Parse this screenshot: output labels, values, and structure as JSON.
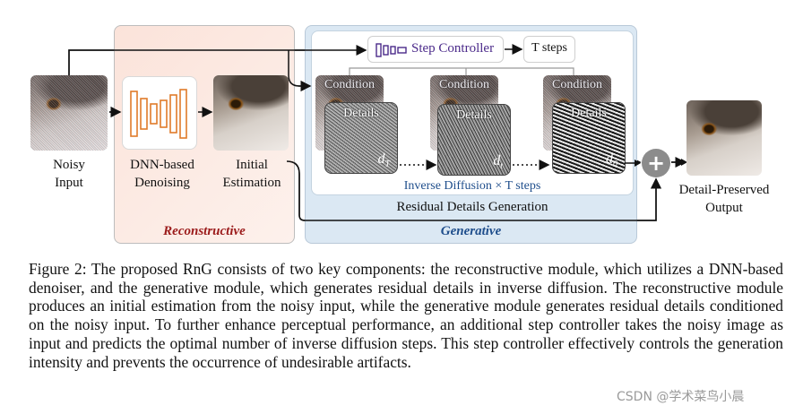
{
  "inputs": {
    "noisy_label_line1": "Noisy",
    "noisy_label_line2": "Input"
  },
  "recon": {
    "dnn_line1": "DNN-based",
    "dnn_line2": "Denoising",
    "initial_line1": "Initial",
    "initial_line2": "Estimation",
    "module_label": "Reconstructive"
  },
  "gen": {
    "step_controller": "Step Controller",
    "t_steps": "T steps",
    "condition": "Condition",
    "details": "Details",
    "d_T": "d",
    "d_T_sub": "T",
    "d_t": "d",
    "d_t_sub": "t",
    "d_0": "d",
    "d_0_sub": "0",
    "inverse_diffusion": "Inverse Diffusion × T steps",
    "residual_gen": "Residual Details Generation",
    "module_label": "Generative"
  },
  "output": {
    "plus": "+",
    "label_line1": "Detail-Preserved",
    "label_line2": "Output"
  },
  "caption": "Figure 2: The proposed RnG consists of two key components: the reconstructive module, which utilizes a DNN-based denoiser, and the generative module, which generates residual details in inverse diffusion. The reconstructive module produces an initial estimation from the noisy input, while the generative module generates residual details conditioned on the noisy input. To further enhance perceptual performance, an additional step controller takes the noisy image as input and predicts the optimal number of inverse diffusion steps. This step controller effectively controls the generation intensity and prevents the occurrence of undesirable artifacts.",
  "watermark": "CSDN @学术菜鸟小晨",
  "colors": {
    "reconstructive_label": "#9b1b1b",
    "generative_label": "#1f4e8c",
    "dnn_blocks": "#e07b2a",
    "step_controller_text": "#4b2a8a"
  }
}
